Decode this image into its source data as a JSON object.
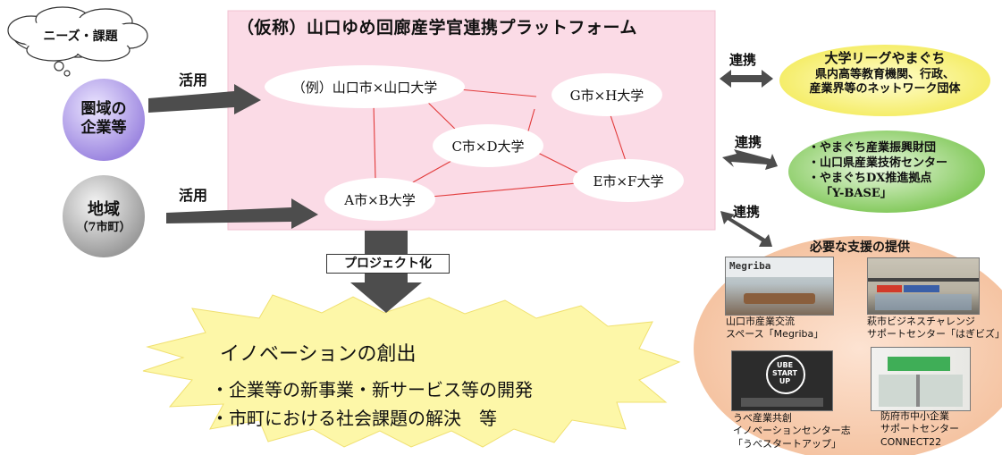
{
  "cloud": {
    "label": "ニーズ・課題"
  },
  "left": {
    "companies": {
      "line1": "圏域の",
      "line2": "企業等",
      "color": "#b9a7e8"
    },
    "region": {
      "line1": "地域",
      "line2": "（7市町）",
      "color": "#b4b4b4"
    },
    "use_top": "活用",
    "use_bottom": "活用"
  },
  "platform": {
    "title": "（仮称）山口ゆめ回廊産学官連携プラットフォーム",
    "background": "#fbdbe6",
    "nodes": {
      "example": "（例）山口市×山口大学",
      "gh": "G市×H大学",
      "cd": "C市×D大学",
      "ef": "E市×F大学",
      "ab": "A市×B大学"
    }
  },
  "project_label": "プロジェクト化",
  "innovation": {
    "title": "イノベーションの創出",
    "bullet1": "・企業等の新事業・新サービス等の開発",
    "bullet2": "・市町における社会課題の解決　等"
  },
  "right": {
    "link1": "連携",
    "link2": "連携",
    "link3": "連携",
    "league": {
      "title": "大学リーグやまぐち",
      "line1": "県内高等教育機関、行政、",
      "line2": "産業界等のネットワーク団体",
      "color": "#f7f07a"
    },
    "green": {
      "line1": "・やまぐち産業振興財団",
      "line2": "・山口県産業技術センター",
      "line3": "・やまぐちDX推進拠点",
      "line4": "「Y-BASE」",
      "color": "#8fd06a"
    },
    "support": {
      "title": "必要な支援の提供",
      "color": "#f6c9a9",
      "items": [
        {
          "logo": "Megriba",
          "line1": "山口市産業交流",
          "line2": "スペース「Megriba」"
        },
        {
          "logo": "",
          "line1": "萩市ビジネスチャレンジ",
          "line2": "サポートセンター「はぎビズ」"
        },
        {
          "logo": "UBE START UP",
          "line1": "うべ産業共創",
          "line2": "イノベーションセンター志",
          "line3": "「うべスタートアップ」"
        },
        {
          "logo": "",
          "line1": "防府市中小企業",
          "line2": "サポートセンター",
          "line3": "CONNECT22"
        }
      ]
    }
  }
}
